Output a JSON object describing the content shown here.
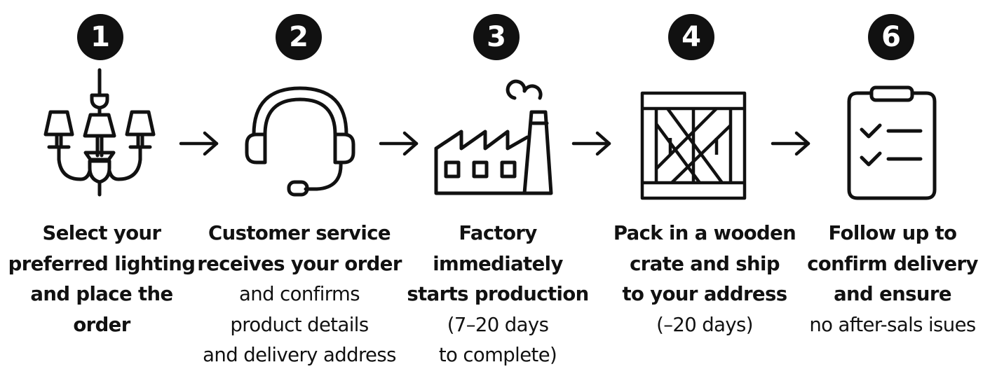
{
  "steps": [
    {
      "number": "1",
      "icon": "chandelier-icon",
      "lines_bold": [
        "Select your",
        "preferred lighting",
        "and place the",
        "order"
      ],
      "lines_regular": []
    },
    {
      "number": "2",
      "icon": "headset-icon",
      "lines_bold": [
        "Customer service",
        "receives your order"
      ],
      "lines_regular": [
        "and confirms",
        "product details",
        "and delivery address"
      ]
    },
    {
      "number": "3",
      "icon": "factory-icon",
      "lines_bold": [
        "Factory",
        "immediately",
        "starts production"
      ],
      "lines_regular": [
        "(7–20 days",
        "to complete)"
      ]
    },
    {
      "number": "4",
      "icon": "wooden-crate-icon",
      "lines_bold": [
        "Pack in a wooden",
        "crate and ship",
        "to your address"
      ],
      "lines_regular": [
        "(–20 days)"
      ]
    },
    {
      "number": "6",
      "icon": "clipboard-checklist-icon",
      "lines_bold": [
        "Follow up to",
        "confirm delivery",
        "and ensure"
      ],
      "lines_regular": [
        "no after-sals isues"
      ]
    }
  ],
  "arrows": [
    "arrow-right-icon",
    "arrow-right-icon",
    "arrow-right-icon",
    "arrow-right-icon"
  ],
  "colors": {
    "ink": "#111111",
    "background": "#ffffff",
    "badge_text": "#ffffff"
  }
}
